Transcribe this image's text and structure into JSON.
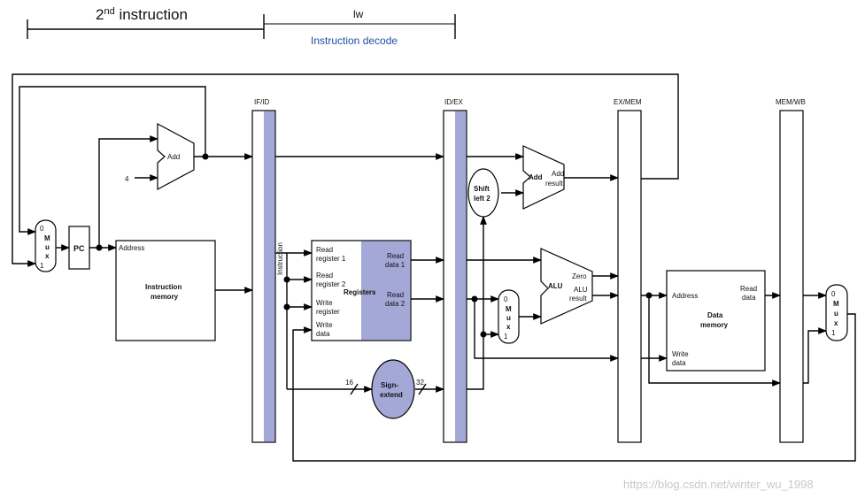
{
  "header": {
    "stage_label": "2",
    "stage_label_sup": "nd",
    "stage_label_rest": " instruction",
    "instruction": "lw",
    "phase": "Instruction decode",
    "phase_color": "#1f4e9e"
  },
  "pipeline_registers": [
    "IF/ID",
    "ID/EX",
    "EX/MEM",
    "MEM/WB"
  ],
  "constants": {
    "four": "4"
  },
  "pc": {
    "label": "PC"
  },
  "mux": {
    "zero": "0",
    "one": "1",
    "letters": [
      "M",
      "u",
      "x"
    ]
  },
  "adders": {
    "add": "Add",
    "add2": "Add",
    "add_result": [
      "Add",
      "result"
    ]
  },
  "instruction_memory": {
    "address": "Address",
    "title": [
      "Instruction",
      "memory"
    ]
  },
  "instruction_bus": "Instruction",
  "registers": {
    "title": "Registers",
    "inputs": [
      [
        "Read",
        "register 1"
      ],
      [
        "Read",
        "register 2"
      ],
      [
        "Write",
        "register"
      ],
      [
        "Write",
        "data"
      ]
    ],
    "outputs": [
      [
        "Read",
        "data 1"
      ],
      [
        "Read",
        "data 2"
      ]
    ]
  },
  "sign_extend": {
    "title": [
      "Sign-",
      "extend"
    ],
    "in_width": "16",
    "out_width": "32"
  },
  "shift": {
    "title": [
      "Shift",
      "left 2"
    ]
  },
  "alu": {
    "title": "ALU",
    "zero": "Zero",
    "result": [
      "ALU",
      "result"
    ]
  },
  "data_memory": {
    "address": "Address",
    "read_data": [
      "Read",
      "data"
    ],
    "write_data": [
      "Write",
      "data"
    ],
    "title": [
      "Data",
      "memory"
    ]
  },
  "watermark": "https://blog.csdn.net/winter_wu_1998",
  "colors": {
    "highlight": "#a3a8d6",
    "watermark": "#c8c8c8"
  }
}
